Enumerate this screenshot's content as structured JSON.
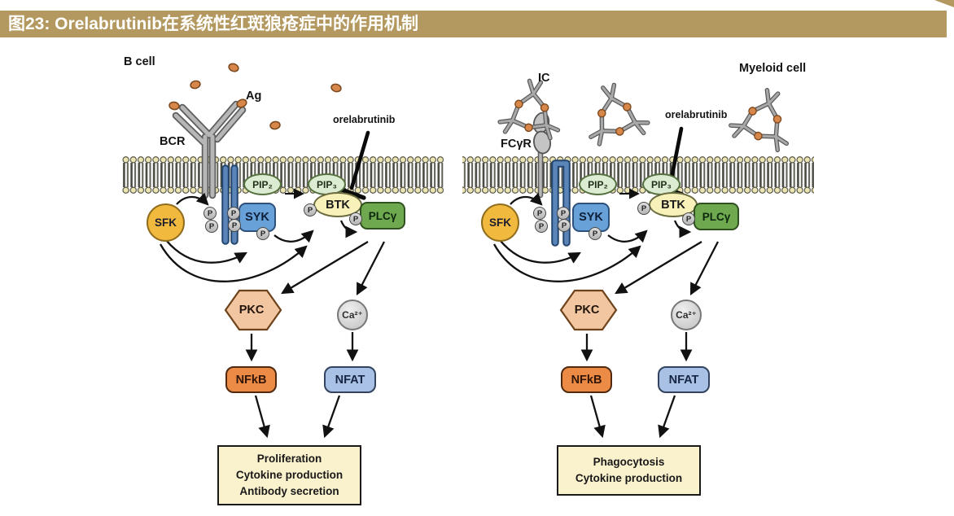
{
  "title": "图23: Orelabrutinib在系统性红斑狼疮症中的作用机制",
  "pathways": {
    "b_cell": {
      "cell_label": "B cell",
      "antigen_label": "Ag",
      "receptor_label": "BCR",
      "inhibitor_label": "orelabrutinib",
      "molecules": {
        "sfk": "SFK",
        "syk": "SYK",
        "pip2": "PIP₂",
        "pip3": "PIP₃",
        "btk": "BTK",
        "plcg": "PLCγ",
        "pkc": "PKC",
        "ca": "Ca²⁺",
        "nfkb": "NFkB",
        "nfat": "NFAT"
      },
      "phospho": "P",
      "outcomes": [
        "Proliferation",
        "Cytokine production",
        "Antibody secretion"
      ]
    },
    "myeloid": {
      "cell_label": "Myeloid cell",
      "immune_complex_label": "IC",
      "receptor_label": "FCγR",
      "inhibitor_label": "orelabrutinib",
      "molecules": {
        "sfk": "SFK",
        "syk": "SYK",
        "pip2": "PIP₂",
        "pip3": "PIP₃",
        "btk": "BTK",
        "plcg": "PLCγ",
        "pkc": "PKC",
        "ca": "Ca²⁺",
        "nfkb": "NFkB",
        "nfat": "NFAT"
      },
      "phospho": "P",
      "outcomes": [
        "Phagocytosis",
        "Cytokine production"
      ]
    }
  },
  "colors": {
    "title_bar": "#b3985f",
    "sfk": "#f1ba3e",
    "syk": "#68a0d8",
    "btk": "#f8f1ba",
    "plcg": "#6fa94f",
    "pip": "#dcecd3",
    "pkc": "#f1c6a0",
    "nfkb": "#eb8b45",
    "nfat": "#a9c1e5",
    "outcome_box": "#faf1cd",
    "antigen": "#d8874a",
    "membrane_head": "#ece4b2"
  }
}
